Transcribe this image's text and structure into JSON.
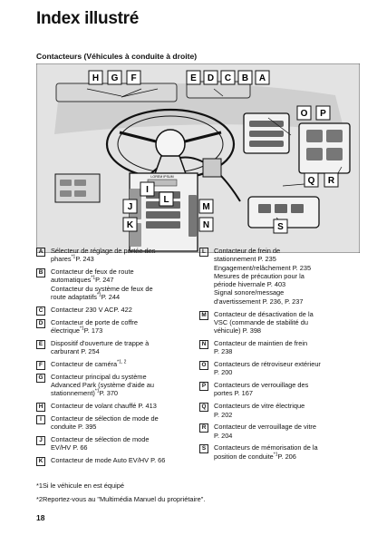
{
  "title": "Index illustré",
  "section": "Contacteurs (Véhicules à conduite à droite)",
  "callouts": [
    "H",
    "G",
    "F",
    "E",
    "D",
    "C",
    "B",
    "A",
    "O",
    "P",
    "Q",
    "R",
    "I",
    "L",
    "J",
    "K",
    "M",
    "N",
    "S"
  ],
  "diagram_text": "LOREM IPSUM",
  "left_entries": [
    {
      "badge": "A",
      "lines": [
        "Sélecteur de réglage de portée des",
        "phares*1P. 243"
      ]
    },
    {
      "badge": "B",
      "lines": [
        "Contacteur de feux de route",
        "automatiques*1P. 247",
        "Contacteur du système de feux de",
        "route adaptatifs*1P. 244"
      ]
    },
    {
      "badge": "C",
      "lines": [
        "Contacteur 230 V ACP. 422"
      ]
    },
    {
      "badge": "D",
      "lines": [
        "Contacteur de porte de coffre",
        "électrique*1P. 173"
      ]
    },
    {
      "badge": "E",
      "lines": [
        "Dispositif d'ouverture de trappe à",
        "carburant P. 254"
      ]
    },
    {
      "badge": "F",
      "lines": [
        "Contacteur de caméra*1, 2"
      ]
    },
    {
      "badge": "G",
      "lines": [
        "Contacteur principal du système",
        "Advanced Park (système d'aide au",
        "stationnement)*1P. 370"
      ]
    },
    {
      "badge": "H",
      "lines": [
        "Contacteur de volant chauffé P. 413"
      ]
    },
    {
      "badge": "I",
      "lines": [
        "Contacteur de sélection de mode de",
        "conduite P. 395"
      ]
    },
    {
      "badge": "J",
      "lines": [
        "Contacteur de sélection de mode",
        "EV/HV P. 66"
      ]
    },
    {
      "badge": "K",
      "lines": [
        "Contacteur de mode Auto EV/HV P. 66"
      ]
    }
  ],
  "right_entries": [
    {
      "badge": "L",
      "lines": [
        "Contacteur de frein de",
        "stationnement P. 235",
        "Engagement/relâchement P. 235",
        "Mesures de précaution pour la",
        "période hivernale P. 403",
        "Signal sonore/message",
        "d'avertissement P. 236, P. 237"
      ]
    },
    {
      "badge": "M",
      "lines": [
        "Contacteur de désactivation de la",
        "VSC (commande de stabilité du",
        "véhicule) P. 398"
      ]
    },
    {
      "badge": "N",
      "lines": [
        "Contacteur de maintien de frein",
        "P. 238"
      ]
    },
    {
      "badge": "O",
      "lines": [
        "Contacteurs de rétroviseur extérieur",
        "P. 200"
      ]
    },
    {
      "badge": "P",
      "lines": [
        "Contacteurs de verrouillage des",
        "portes P. 167"
      ]
    },
    {
      "badge": "Q",
      "lines": [
        "Contacteurs de vitre électrique",
        "P. 202"
      ]
    },
    {
      "badge": "R",
      "lines": [
        "Contacteur de verrouillage de vitre",
        "P. 204"
      ]
    },
    {
      "badge": "S",
      "lines": [
        "Contacteurs de mémorisation de la",
        "position de conduite*1P. 206"
      ]
    }
  ],
  "footnotes": [
    "*1Si le véhicule en est équipé",
    "*2Reportez-vous au \"Multimédia Manuel du propriétaire\"."
  ],
  "page_number": "18"
}
